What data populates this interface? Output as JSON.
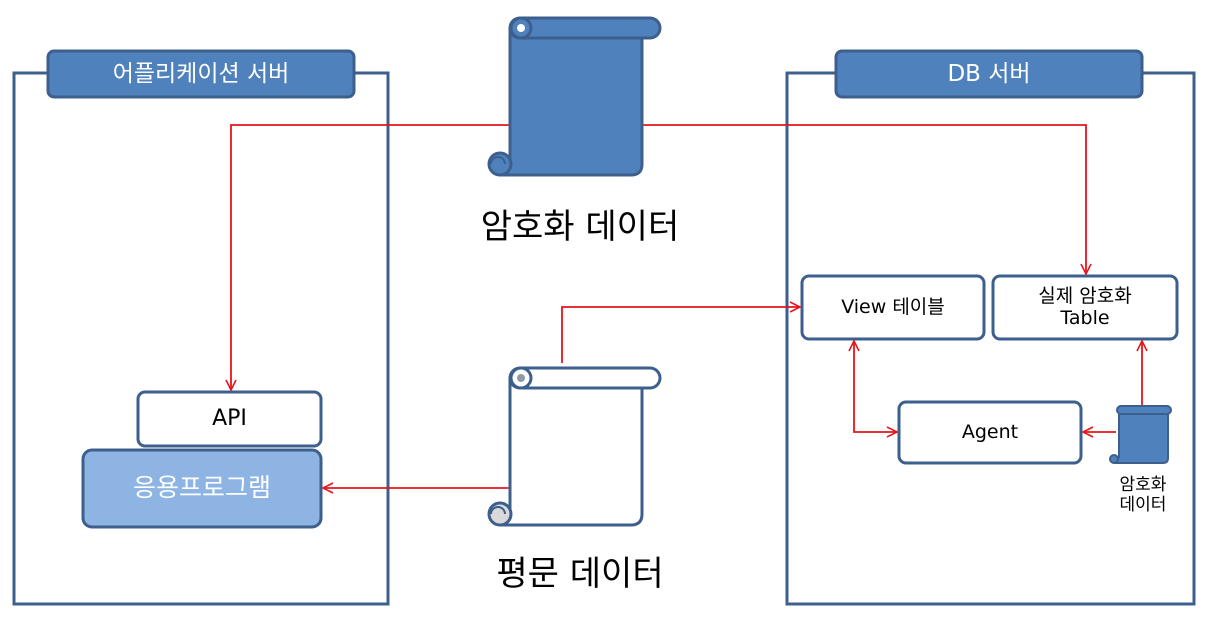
{
  "app_server": {
    "title": "어플리케이션 서버",
    "api_label": "API",
    "app_label": "응용프로그램"
  },
  "db_server": {
    "title": "DB 서버",
    "view_label": "View 테이블",
    "table_label_line1": "실제 암호화",
    "table_label_line2": "Table",
    "agent_label": "Agent",
    "small_scroll_line1": "암호화",
    "small_scroll_line2": "데이터"
  },
  "encrypted_data": {
    "label": "암호화 데이터",
    "icon": "scroll-icon"
  },
  "plain_data": {
    "label": "평문 데이터",
    "icon": "scroll-icon"
  },
  "colors": {
    "frame": "#3d5f8e",
    "fill_dark": "#4f81bd",
    "fill_light": "#8eb4e3",
    "arrow": "#e8141b",
    "scroll_plain": "#ffffff"
  }
}
